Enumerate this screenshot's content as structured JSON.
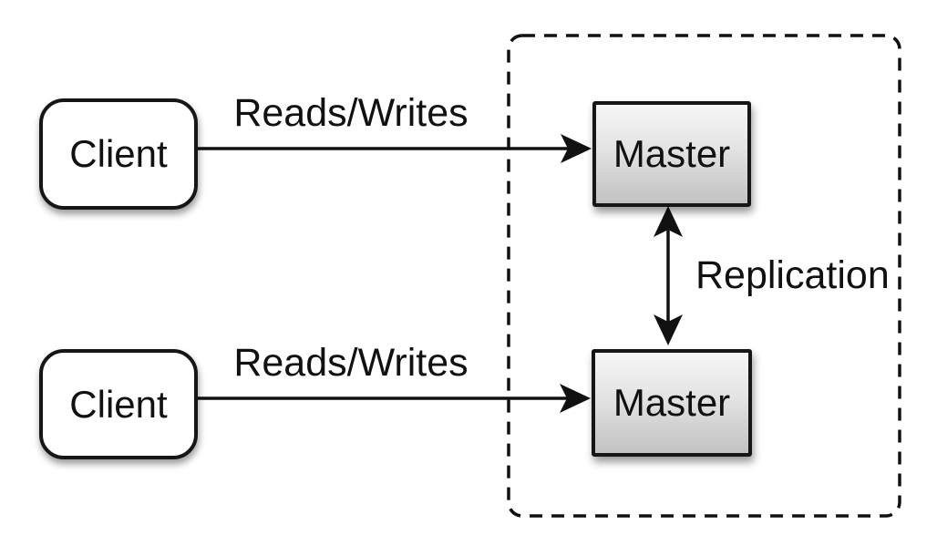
{
  "nodes": {
    "client_top": {
      "label": "Client"
    },
    "client_bottom": {
      "label": "Client"
    },
    "master_top": {
      "label": "Master"
    },
    "master_bottom": {
      "label": "Master"
    }
  },
  "edges": {
    "reads_writes_top": {
      "label": "Reads/Writes"
    },
    "reads_writes_bottom": {
      "label": "Reads/Writes"
    },
    "replication": {
      "label": "Replication"
    }
  },
  "colors": {
    "background": "#ffffff",
    "stroke": "#111111",
    "client_fill": "#ffffff",
    "master_fill_top": "#f6f6f6",
    "master_fill_bottom": "#c2c2c2",
    "text": "#111111"
  }
}
